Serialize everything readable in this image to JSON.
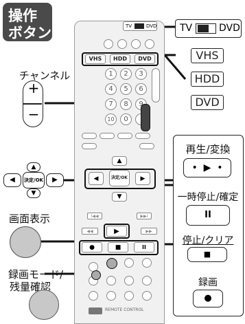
{
  "badge": {
    "line1": "操作",
    "line2": "ボタン"
  },
  "tv_switch": {
    "left": "TV",
    "right": "DVD"
  },
  "remote": {
    "small_switch": {
      "left": "TV",
      "right": "DVD"
    },
    "mode_buttons": [
      "VHS",
      "HDD",
      "DVD"
    ],
    "numbers": [
      "1",
      "2",
      "3",
      "4",
      "5",
      "6",
      "7",
      "8",
      "9",
      "10",
      "0"
    ],
    "enter_label": "決定/OK",
    "brand": "REMOTE CONTROL"
  },
  "mode_labels": [
    "VHS",
    "HDD",
    "DVD"
  ],
  "channel": {
    "label": "チャンネル",
    "plus": "+",
    "minus": "−"
  },
  "dpad_enter": "決定/OK",
  "side_panel": {
    "play_label": "再生/変換",
    "pause_label": "一時停止/確定",
    "stop_label": "停止/クリア",
    "rec_label": "録画"
  },
  "screen_display_label": "画面表示",
  "rec_mode_label_1": "録画モード/",
  "rec_mode_label_2": "残量確認",
  "colors": {
    "badge": "#4a4a4a",
    "accent": "#1a1a1a"
  }
}
